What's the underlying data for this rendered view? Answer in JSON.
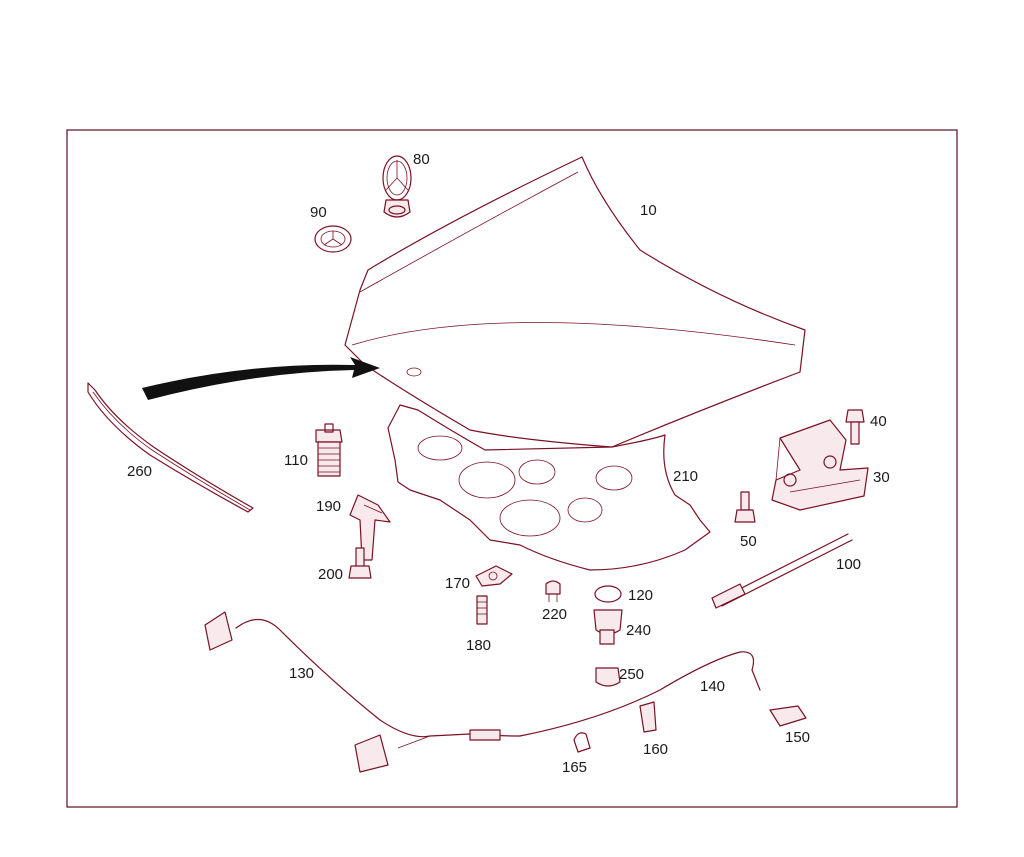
{
  "diagram": {
    "colors": {
      "line": "#7a1224",
      "frame": "#5a0f1e",
      "fill": "#f7e9ec",
      "arrow": "#111111",
      "text": "#1a1a1a"
    },
    "callouts": [
      {
        "id": "10",
        "label": "10"
      },
      {
        "id": "30",
        "label": "30"
      },
      {
        "id": "40",
        "label": "40"
      },
      {
        "id": "50",
        "label": "50"
      },
      {
        "id": "80",
        "label": "80"
      },
      {
        "id": "90",
        "label": "90"
      },
      {
        "id": "100",
        "label": "100"
      },
      {
        "id": "110",
        "label": "110"
      },
      {
        "id": "120",
        "label": "120"
      },
      {
        "id": "130",
        "label": "130"
      },
      {
        "id": "140",
        "label": "140"
      },
      {
        "id": "150",
        "label": "150"
      },
      {
        "id": "160",
        "label": "160"
      },
      {
        "id": "165",
        "label": "165"
      },
      {
        "id": "170",
        "label": "170"
      },
      {
        "id": "180",
        "label": "180"
      },
      {
        "id": "190",
        "label": "190"
      },
      {
        "id": "200",
        "label": "200"
      },
      {
        "id": "210",
        "label": "210"
      },
      {
        "id": "220",
        "label": "220"
      },
      {
        "id": "240",
        "label": "240"
      },
      {
        "id": "250",
        "label": "250"
      },
      {
        "id": "260",
        "label": "260"
      }
    ]
  }
}
